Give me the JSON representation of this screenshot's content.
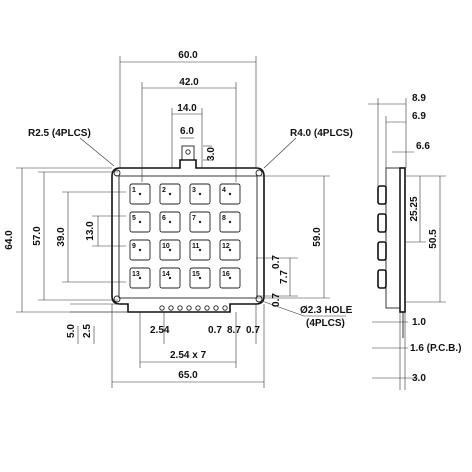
{
  "front_view": {
    "dims": {
      "w60": "60.0",
      "w42": "42.0",
      "w14": "14.0",
      "w6": "6.0",
      "h3": "3.0",
      "r25": "R2.5 (4PLCS)",
      "r40": "R4.0 (4PLCS)",
      "h64": "64.0",
      "h57": "57.0",
      "h39": "39.0",
      "h13": "13.0",
      "h59": "59.0",
      "h77": "7.7",
      "d07_top": "0.7",
      "d07_right": "0.7",
      "hole": "Ø2.3 HOLE",
      "hole_count": "(4PLCS)",
      "h5": "5.0",
      "h25": "2.5",
      "p254": "2.54",
      "d07_b1": "0.7",
      "w87": "8.7",
      "d07_b2": "0.7",
      "pitch": "2.54 x 7",
      "w65": "65.0"
    },
    "keys": [
      "1",
      "2",
      "3",
      "4",
      "5",
      "6",
      "7",
      "8",
      "9",
      "10",
      "11",
      "12",
      "13",
      "14",
      "15",
      "16"
    ]
  },
  "side_view": {
    "dims": {
      "t89": "8.9",
      "t69": "6.9",
      "t66": "6.6",
      "s2525": "25.25",
      "s505": "50.5",
      "t10": "1.0",
      "pcb": "1.6 (P.C.B.)",
      "t30": "3.0"
    }
  }
}
